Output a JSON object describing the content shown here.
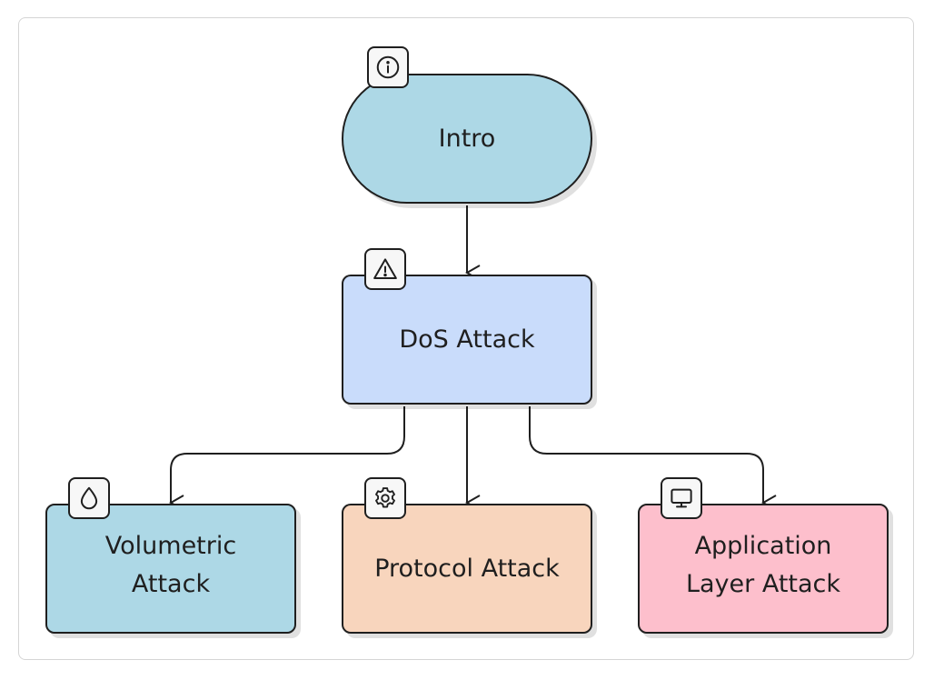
{
  "diagram": {
    "nodes": [
      {
        "id": "intro",
        "label": "Intro",
        "icon": "info-icon",
        "fill": "#add8e6",
        "shape": "stadium"
      },
      {
        "id": "dos",
        "label": "DoS Attack",
        "icon": "warning-icon",
        "fill": "#c9dcfb",
        "shape": "rect"
      },
      {
        "id": "volumetric",
        "label": "Volumetric\nAttack",
        "icon": "droplet-icon",
        "fill": "#add8e6",
        "shape": "rect"
      },
      {
        "id": "protocol",
        "label": "Protocol Attack",
        "icon": "gear-icon",
        "fill": "#f8d5bd",
        "shape": "rect"
      },
      {
        "id": "application",
        "label": "Application\nLayer Attack",
        "icon": "monitor-icon",
        "fill": "#fdbfcc",
        "shape": "rect"
      }
    ],
    "edges": [
      {
        "from": "intro",
        "to": "dos"
      },
      {
        "from": "dos",
        "to": "volumetric"
      },
      {
        "from": "dos",
        "to": "protocol"
      },
      {
        "from": "dos",
        "to": "application"
      }
    ],
    "colors": {
      "stroke": "#1f1f1f",
      "frame": "#d5d5d5",
      "badge": "#f7f7f7"
    }
  }
}
